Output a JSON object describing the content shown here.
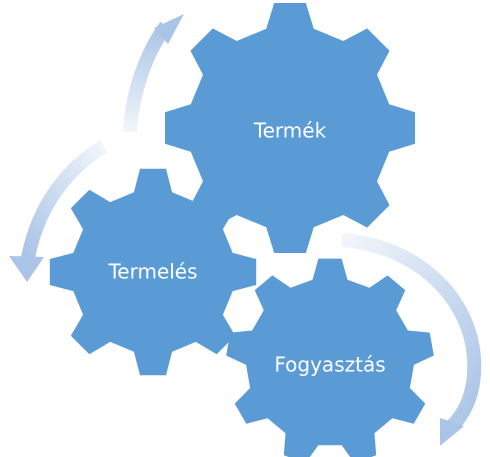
{
  "diagram": {
    "gears": [
      {
        "label": "Termék"
      },
      {
        "label": "Termelés"
      },
      {
        "label": "Fogyasztás"
      }
    ]
  },
  "colors": {
    "gear_fill": "#5b9bd5",
    "arrow": "#a9c4e6"
  }
}
